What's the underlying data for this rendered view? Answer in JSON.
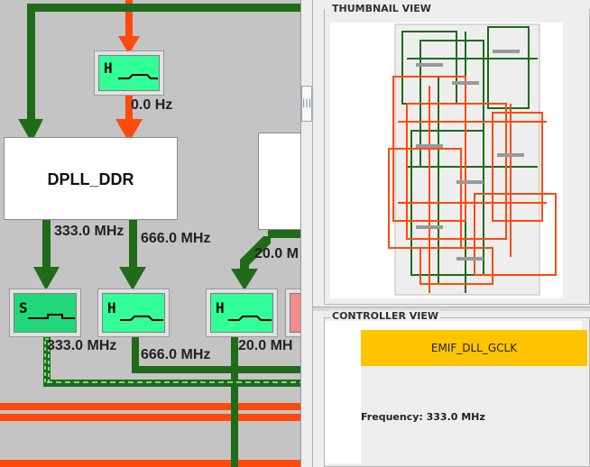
{
  "canvas": {
    "dpll_box_label": "DPLL_DDR",
    "frequencies": {
      "top_input": "0.0 Hz",
      "dpll_out_1": "333.0 MHz",
      "dpll_out_2": "666.0 MHz",
      "right_partial": "20.0 M",
      "mux_s_out": "333.0 MHz",
      "mux_h1_out": "666.0 MHz",
      "mux_h2_out": "20.0 MH"
    },
    "mux_labels": {
      "top": "H",
      "mux_s": "S",
      "mux_h1": "H",
      "mux_h2": "H"
    },
    "colors": {
      "green_wire": "#1f6b1a",
      "orange_wire": "#ff4a0d",
      "mux_fill": "#33ff99",
      "selected_mux_fill": "#22d77a",
      "partial_box": "#f38d8d"
    }
  },
  "thumbnail_view": {
    "title": "THUMBNAIL VIEW"
  },
  "controller_view": {
    "title": "CONTROLLER VIEW",
    "clock_name": "EMIF_DLL_GCLK",
    "frequency_label": "Frequency: 333.0 MHz",
    "header_color": "#ffc400"
  },
  "splitter": {
    "grip": "|||"
  }
}
